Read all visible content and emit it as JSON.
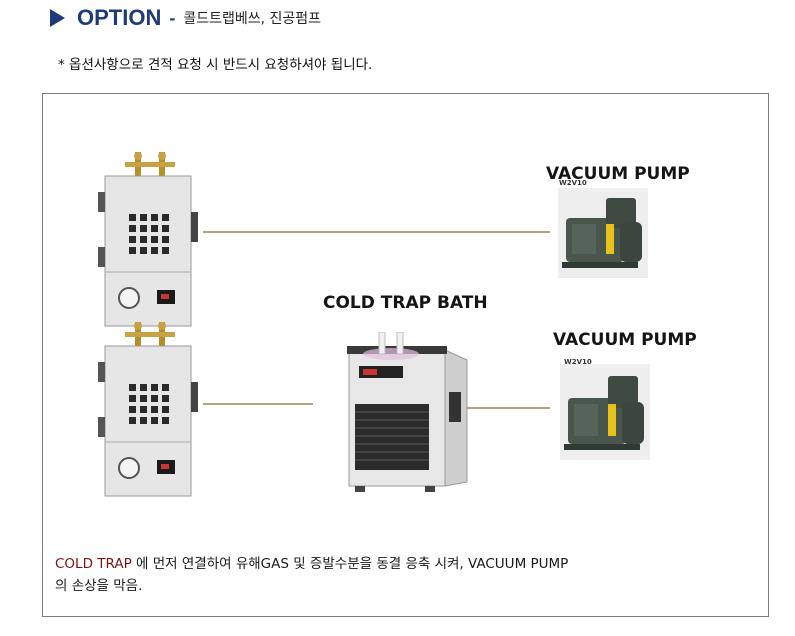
{
  "header": {
    "title": "OPTION",
    "dash": "-",
    "subtitle": "콜드트랩베쓰, 진공펌프"
  },
  "note": "* 옵션사항으로 견적 요청 시 반드시 요청하셔야 됩니다.",
  "labels": {
    "pump_top": "VACUUM PUMP",
    "pump_bottom": "VACUUM PUMP",
    "bath": "COLD TRAP BATH",
    "pump_model_top": "W2V10",
    "pump_model_bottom": "W2V10"
  },
  "description": {
    "highlight": "COLD TRAP",
    "line1_rest": " 에 먼저 연결하여 유해GAS 및 증발수분을  동결 응축 시켜, VACUUM PUMP",
    "line2": "의 손상을 막음."
  },
  "colors": {
    "accent": "#1f3a7a",
    "highlight_text": "#7a1515",
    "connector_line": "#b3a27a"
  }
}
